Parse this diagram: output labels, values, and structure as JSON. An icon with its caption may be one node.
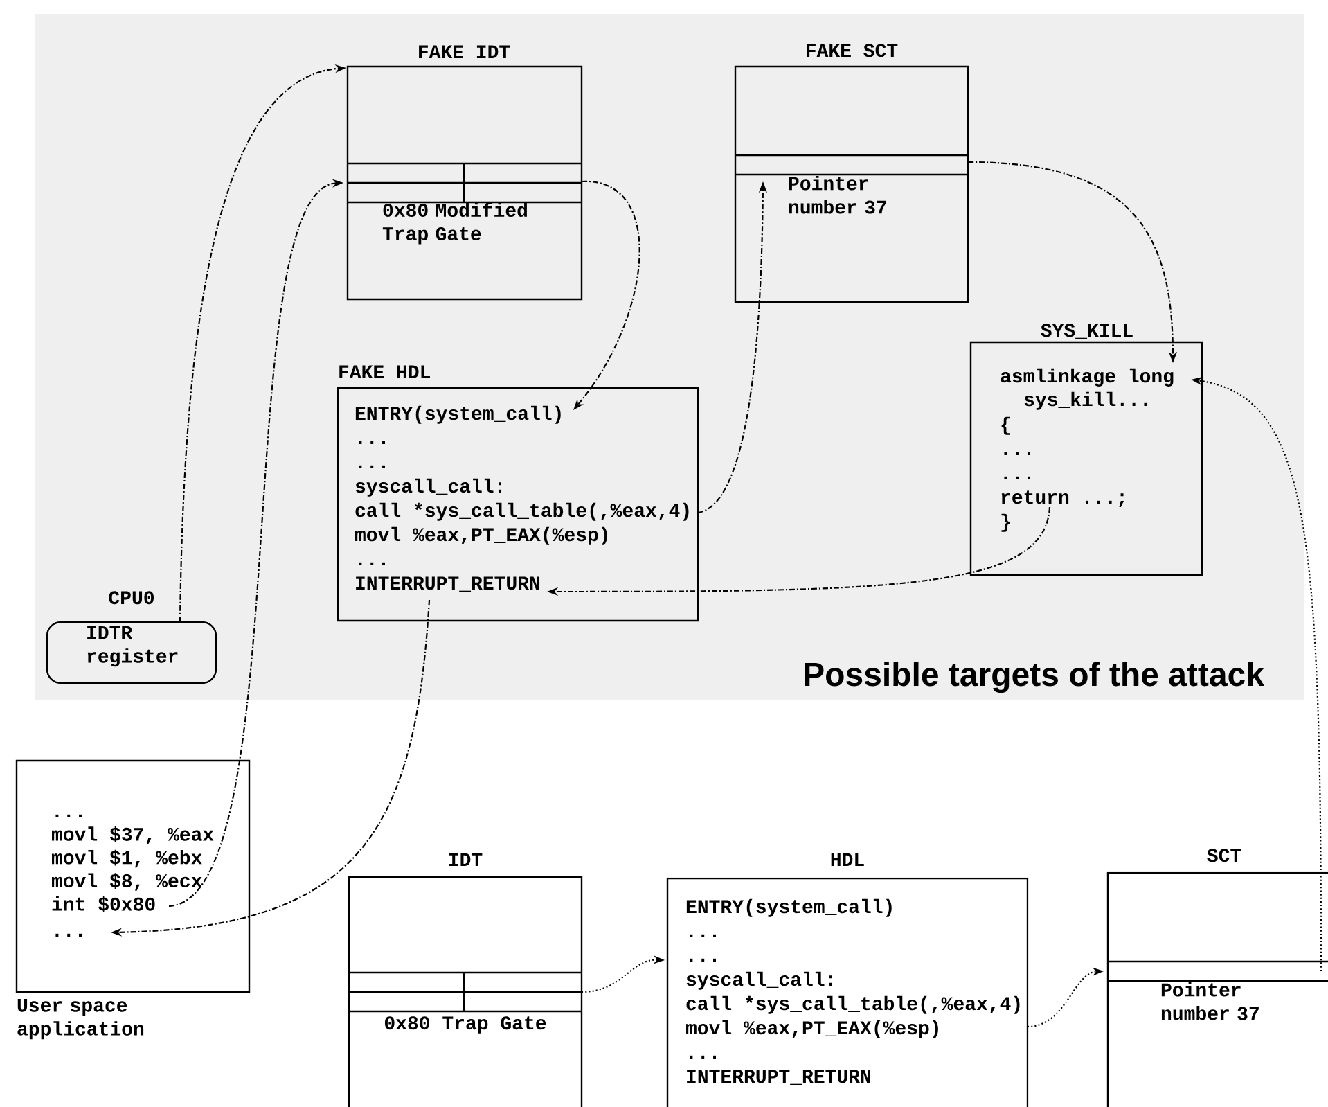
{
  "diagram": {
    "nodes": [
      {
        "text": [
          "Possible targets of the attack"
        ]
      },
      {
        "text": [
          "FAKE IDT",
          "0x80 Modified Trap Gate"
        ],
        "in": 0
      },
      {
        "text": [
          "FAKE SCT",
          "Pointer number 37"
        ],
        "in": 0
      },
      {
        "text": [
          "FAKE HDL",
          "ENTRY(system_call)",
          "...",
          "...",
          "syscall_call:",
          "call *sys_call_table(,%eax,4)",
          "movl %eax,PT_EAX(%esp)",
          "...",
          "INTERRUPT_RETURN"
        ],
        "in": 0
      },
      {
        "text": [
          "SYS_KILL",
          "asmlinkage long",
          "sys_kill...",
          "{",
          "...",
          "...",
          "return ...;",
          "}"
        ],
        "in": 0
      },
      {
        "text": [
          "CPU0",
          "IDTR register"
        ],
        "in": 0
      },
      {
        "text": [
          "...",
          "movl $37, %eax",
          "movl $1, %ebx",
          "movl $8, %ecx",
          "int $0x80",
          "..."
        ],
        "beside": [
          "User space application"
        ]
      },
      {
        "text": [
          "IDT",
          "0x80 Trap Gate"
        ]
      },
      {
        "text": [
          "HDL",
          "ENTRY(system_call)",
          "...",
          "...",
          "syscall_call:",
          "call *sys_call_table(,%eax,4)",
          "movl %eax,PT_EAX(%esp)",
          "...",
          "INTERRUPT_RETURN"
        ]
      },
      {
        "text": [
          "SCT",
          "Pointer number 37"
        ]
      }
    ],
    "edges": [
      {
        "from": 5,
        "to": 1,
        "arrow": "to"
      },
      {
        "from": 6,
        "to": 1,
        "arrow": "to"
      },
      {
        "from": 1,
        "to": 3,
        "arrow": "to"
      },
      {
        "from": 3,
        "to": 2,
        "arrow": "to"
      },
      {
        "from": 2,
        "to": 4,
        "arrow": "to"
      },
      {
        "from": 4,
        "to": 3,
        "arrow": "to"
      },
      {
        "from": 3,
        "to": 6,
        "arrow": "to"
      },
      {
        "from": 7,
        "to": 8,
        "arrow": "to",
        "style": "dashed"
      },
      {
        "from": 8,
        "to": 9,
        "arrow": "to",
        "style": "dashed"
      },
      {
        "from": 9,
        "to": 4,
        "arrow": "to",
        "style": "dashed"
      }
    ]
  }
}
